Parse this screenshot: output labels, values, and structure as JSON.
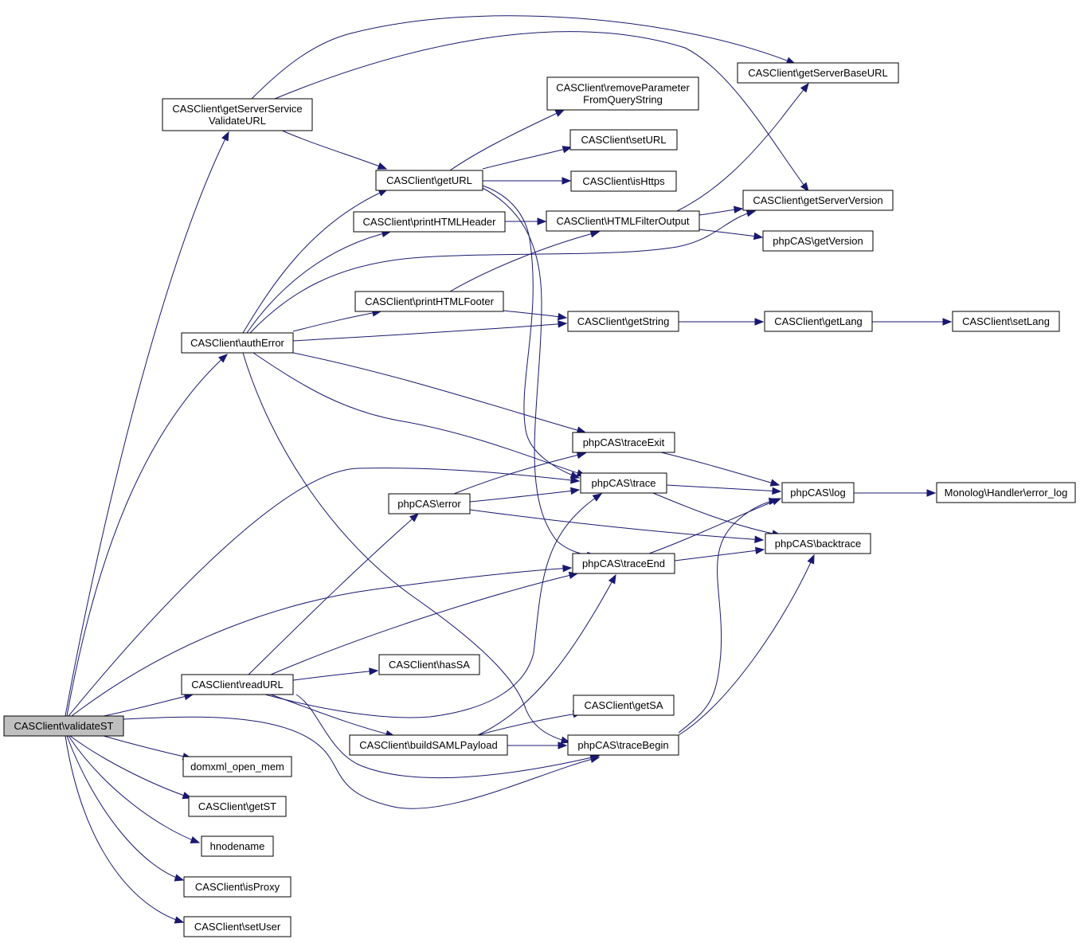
{
  "nodes": [
    {
      "id": "validateST",
      "label": "CASClient\\validateST",
      "root": true
    },
    {
      "id": "getServerServiceValidateURL",
      "label": "CASClient\\getServerService\nValidateURL"
    },
    {
      "id": "authError",
      "label": "CASClient\\authError"
    },
    {
      "id": "readURL",
      "label": "CASClient\\readURL"
    },
    {
      "id": "domxml",
      "label": "domxml_open_mem"
    },
    {
      "id": "getST",
      "label": "CASClient\\getST"
    },
    {
      "id": "hnodename",
      "label": "hnodename"
    },
    {
      "id": "isProxy",
      "label": "CASClient\\isProxy"
    },
    {
      "id": "setUser",
      "label": "CASClient\\setUser"
    },
    {
      "id": "getURL",
      "label": "CASClient\\getURL"
    },
    {
      "id": "printHTMLHeader",
      "label": "CASClient\\printHTMLHeader"
    },
    {
      "id": "printHTMLFooter",
      "label": "CASClient\\printHTMLFooter"
    },
    {
      "id": "error",
      "label": "phpCAS\\error"
    },
    {
      "id": "hasSA",
      "label": "CASClient\\hasSA"
    },
    {
      "id": "buildSAMLPayload",
      "label": "CASClient\\buildSAMLPayload"
    },
    {
      "id": "removeParameter",
      "label": "CASClient\\removeParameter\nFromQueryString"
    },
    {
      "id": "setURL",
      "label": "CASClient\\setURL"
    },
    {
      "id": "isHttps",
      "label": "CASClient\\isHttps"
    },
    {
      "id": "HTMLFilterOutput",
      "label": "CASClient\\HTMLFilterOutput"
    },
    {
      "id": "getString",
      "label": "CASClient\\getString"
    },
    {
      "id": "traceExit",
      "label": "phpCAS\\traceExit"
    },
    {
      "id": "trace",
      "label": "phpCAS\\trace"
    },
    {
      "id": "traceEnd",
      "label": "phpCAS\\traceEnd"
    },
    {
      "id": "getSA",
      "label": "CASClient\\getSA"
    },
    {
      "id": "traceBegin",
      "label": "phpCAS\\traceBegin"
    },
    {
      "id": "getServerBaseURL",
      "label": "CASClient\\getServerBaseURL"
    },
    {
      "id": "getServerVersion",
      "label": "CASClient\\getServerVersion"
    },
    {
      "id": "getVersion",
      "label": "phpCAS\\getVersion"
    },
    {
      "id": "getLang",
      "label": "CASClient\\getLang"
    },
    {
      "id": "log",
      "label": "phpCAS\\log"
    },
    {
      "id": "backtrace",
      "label": "phpCAS\\backtrace"
    },
    {
      "id": "setLang",
      "label": "CASClient\\setLang"
    },
    {
      "id": "errorLog",
      "label": "Monolog\\Handler\\error_log"
    }
  ],
  "edges": [
    [
      "validateST",
      "getServerServiceValidateURL"
    ],
    [
      "validateST",
      "authError"
    ],
    [
      "validateST",
      "trace"
    ],
    [
      "validateST",
      "traceEnd"
    ],
    [
      "validateST",
      "readURL"
    ],
    [
      "validateST",
      "traceBegin"
    ],
    [
      "validateST",
      "domxml"
    ],
    [
      "validateST",
      "getST"
    ],
    [
      "validateST",
      "hnodename"
    ],
    [
      "validateST",
      "isProxy"
    ],
    [
      "validateST",
      "setUser"
    ],
    [
      "getServerServiceValidateURL",
      "getServerBaseURL"
    ],
    [
      "getServerServiceValidateURL",
      "getServerVersion"
    ],
    [
      "getServerServiceValidateURL",
      "getURL"
    ],
    [
      "authError",
      "getURL"
    ],
    [
      "authError",
      "printHTMLHeader"
    ],
    [
      "authError",
      "getServerVersion"
    ],
    [
      "authError",
      "printHTMLFooter"
    ],
    [
      "authError",
      "getString"
    ],
    [
      "authError",
      "traceExit"
    ],
    [
      "authError",
      "trace"
    ],
    [
      "authError",
      "traceBegin"
    ],
    [
      "getURL",
      "removeParameter"
    ],
    [
      "getURL",
      "setURL"
    ],
    [
      "getURL",
      "isHttps"
    ],
    [
      "getURL",
      "trace"
    ],
    [
      "getURL",
      "traceEnd"
    ],
    [
      "printHTMLHeader",
      "HTMLFilterOutput"
    ],
    [
      "printHTMLFooter",
      "HTMLFilterOutput"
    ],
    [
      "printHTMLFooter",
      "getString"
    ],
    [
      "HTMLFilterOutput",
      "getServerBaseURL"
    ],
    [
      "HTMLFilterOutput",
      "getServerVersion"
    ],
    [
      "HTMLFilterOutput",
      "getVersion"
    ],
    [
      "getString",
      "getLang"
    ],
    [
      "getLang",
      "setLang"
    ],
    [
      "readURL",
      "error"
    ],
    [
      "readURL",
      "traceEnd"
    ],
    [
      "readURL",
      "hasSA"
    ],
    [
      "readURL",
      "trace"
    ],
    [
      "readURL",
      "buildSAMLPayload"
    ],
    [
      "readURL",
      "traceBegin"
    ],
    [
      "error",
      "traceExit"
    ],
    [
      "error",
      "trace"
    ],
    [
      "error",
      "backtrace"
    ],
    [
      "buildSAMLPayload",
      "getSA"
    ],
    [
      "buildSAMLPayload",
      "traceBegin"
    ],
    [
      "buildSAMLPayload",
      "traceEnd"
    ],
    [
      "traceExit",
      "log"
    ],
    [
      "trace",
      "log"
    ],
    [
      "trace",
      "backtrace"
    ],
    [
      "traceEnd",
      "log"
    ],
    [
      "traceEnd",
      "backtrace"
    ],
    [
      "traceBegin",
      "log"
    ],
    [
      "traceBegin",
      "backtrace"
    ],
    [
      "log",
      "errorLog"
    ]
  ]
}
